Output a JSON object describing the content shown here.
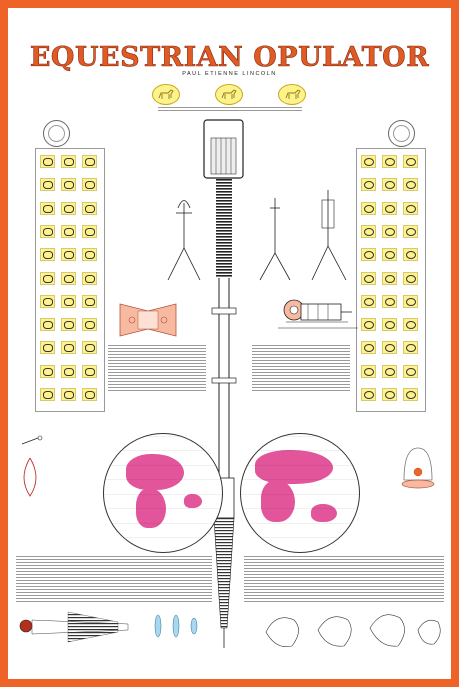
{
  "poster": {
    "title": "EQUESTRIAN OPULATOR",
    "author": "PAUL ETIENNE LINCOLN",
    "horse_medallions": 3
  },
  "colors": {
    "border": "#ee6428",
    "title": "#e05a24",
    "medallion": "#fdf28c",
    "landmass": "#e2559b",
    "device_accent": "#f7b9a0"
  },
  "left_panel": {
    "rows": 11,
    "columns": 3
  },
  "right_panel": {
    "rows": 11,
    "columns": 3
  }
}
